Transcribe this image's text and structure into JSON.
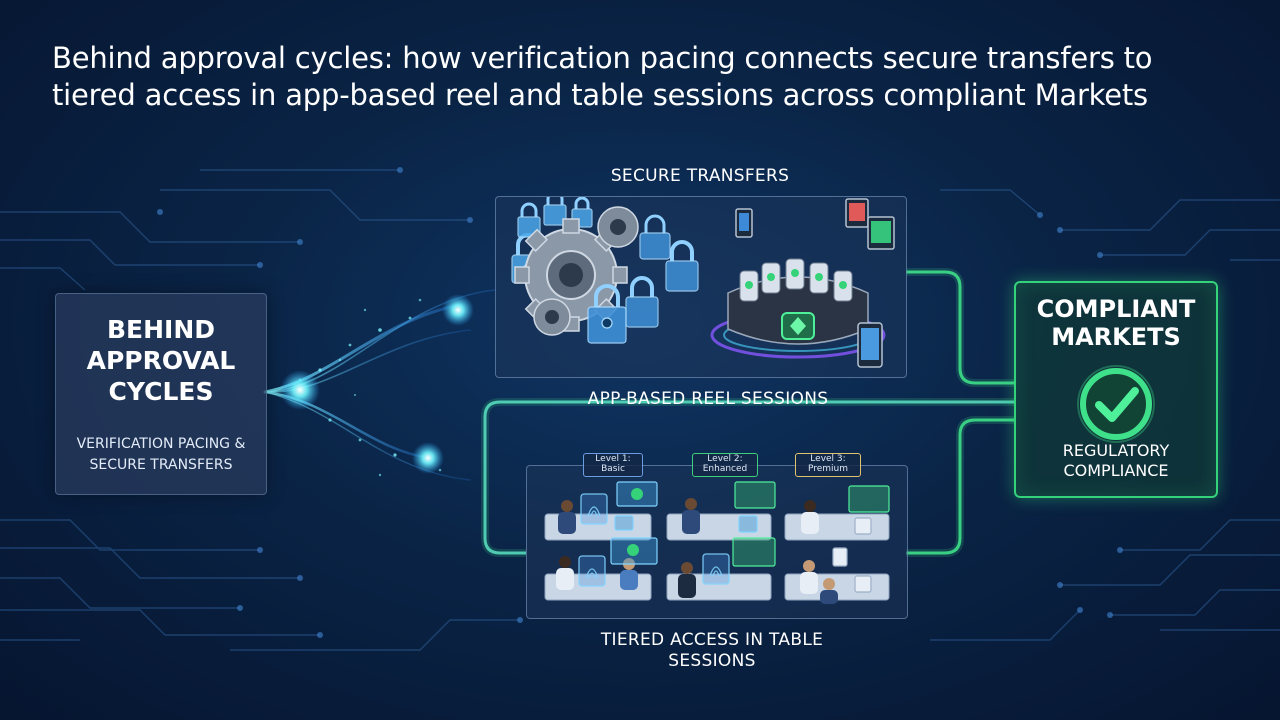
{
  "title": "Behind approval cycles: how verification pacing connects secure transfers to tiered access in app-based reel and table sessions across compliant Markets",
  "left_box": {
    "title": "BEHIND APPROVAL CYCLES",
    "subtitle": "VERIFICATION PACING & SECURE TRANSFERS"
  },
  "labels": {
    "secure_transfers": "SECURE TRANSFERS",
    "reel_sessions": "APP-BASED REEL SESSIONS",
    "tiered_access": "TIERED ACCESS IN TABLE SESSIONS"
  },
  "tiers": [
    {
      "label": "Level 1: Basic"
    },
    {
      "label": "Level 2: Enhanced"
    },
    {
      "label": "Level 3: Premium"
    }
  ],
  "right_box": {
    "title": "COMPLIANT MARKETS",
    "subtitle": "REGULATORY COMPLIANCE"
  },
  "colors": {
    "accent_green": "#34d27a",
    "glow_cyan": "#5ff2ff",
    "lock_blue": "#4aa6e8",
    "background": "#0a2446"
  },
  "icons": [
    "lock-icon",
    "gear-icon",
    "slot-machine-icon",
    "phone-icon",
    "tablet-icon",
    "check-icon",
    "fingerprint-icon",
    "person-icon"
  ]
}
